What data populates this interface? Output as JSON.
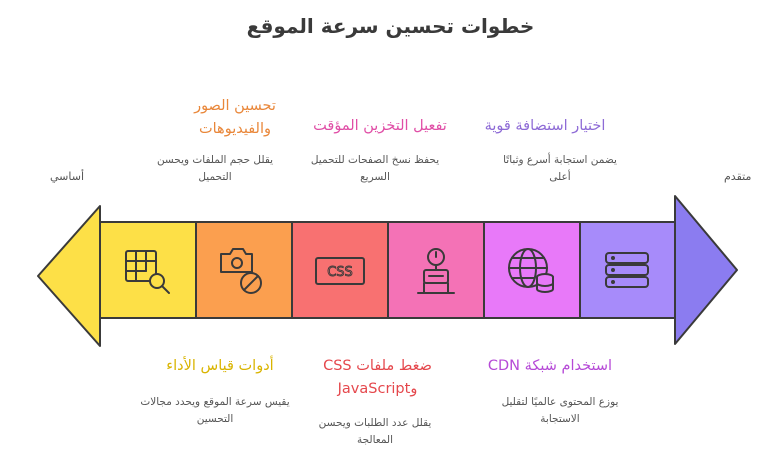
{
  "title": "خطوات تحسين سرعة الموقع",
  "ends": {
    "left": "أساسي",
    "right": "متقدم"
  },
  "steps": [
    {
      "title": "اختيار استضافة قوية",
      "desc": "يضمن استجابة أسرع وثباتًا أعلى",
      "color": "#8e6bd6",
      "fill": "#a78bfa",
      "icon": "server-icon"
    },
    {
      "title": "استخدام شبكة CDN",
      "desc": "يوزع المحتوى عالميًا لتقليل الاستجابة",
      "color": "#b64ad7",
      "fill": "#e879f9",
      "icon": "globe-database-icon"
    },
    {
      "title": "تفعيل التخزين المؤقت",
      "desc": "يحفظ نسخ الصفحات للتحميل السريع",
      "color": "#e04ea6",
      "fill": "#f472b6",
      "icon": "cache-gauge-icon"
    },
    {
      "title": "ضغط ملفات CSS وJavaScript",
      "desc": "يقلل عدد الطلبات ويحسن المعالجة",
      "color": "#e5484d",
      "fill": "#f87171",
      "icon": "css-file-icon"
    },
    {
      "title": "تحسين الصور والفيديوهات",
      "desc": "يقلل حجم الملفات ويحسن التحميل",
      "color": "#e9873a",
      "fill": "#fb9f4f",
      "icon": "camera-block-icon"
    },
    {
      "title": "أدوات قياس الأداء",
      "desc": "يقيس سرعة الموقع ويحدد مجالات التحسين",
      "color": "#d9b400",
      "fill": "#fde047",
      "icon": "table-search-icon"
    }
  ]
}
